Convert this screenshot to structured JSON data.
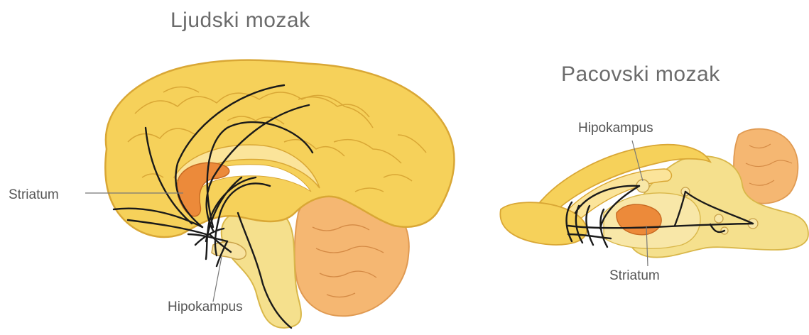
{
  "human_brain": {
    "title": "Ljudski mozak",
    "labels": {
      "striatum": "Striatum",
      "hippocampus": "Hipokampus"
    }
  },
  "rat_brain": {
    "title": "Pacovski mozak",
    "labels": {
      "hippocampus": "Hipokampus",
      "striatum": "Striatum"
    }
  },
  "colors": {
    "cortex": "#f6d15a",
    "cortex_light": "#fbe49a",
    "outline": "#d9a735",
    "cerebellum": "#f5b772",
    "striatum": "#ec8a3a",
    "brainstem": "#f5e08d",
    "pathway": "#1a1a1a",
    "title_text": "#6b6b6b"
  }
}
